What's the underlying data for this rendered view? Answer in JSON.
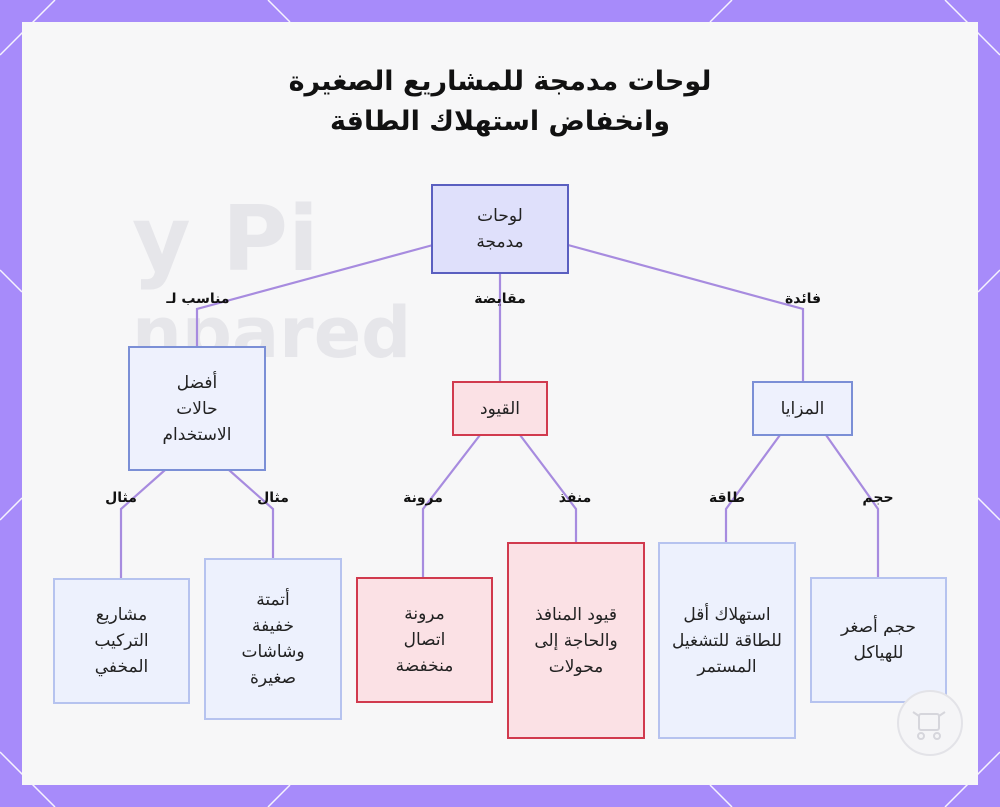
{
  "title": {
    "line1": "لوحات مدمجة للمشاريع الصغيرة",
    "line2": "وانخفاض استهلاك الطاقة"
  },
  "nodes": {
    "root": "لوحات مدمجة",
    "use_cases": "أفضل حالات الاستخدام",
    "constraints": "القيود",
    "advantages": "المزايا",
    "hidden_projects": "مشاريع التركيب المخفي",
    "light_automation": "أتمتة خفيفة وشاشات صغيرة",
    "low_connectivity": "مرونة اتصال منخفضة",
    "port_limits": "قيود المنافذ والحاجة إلى محولات",
    "low_power": "استهلاك أقل للطاقة للتشغيل المستمر",
    "smaller_size": "حجم أصغر للهياكل"
  },
  "edge_labels": {
    "suitable_for": "مناسب لـ",
    "tradeoff": "مقايضة",
    "benefit": "فائدة",
    "example1": "مثال",
    "example2": "مثال",
    "flexibility": "مرونة",
    "port": "منفذ",
    "energy": "طاقة",
    "size": "حجم"
  },
  "colors": {
    "frame": "#a78bfa",
    "edge": "#a78bdf",
    "root_fill": "#dfe0fb",
    "constraint_border": "#d13a4e"
  }
}
